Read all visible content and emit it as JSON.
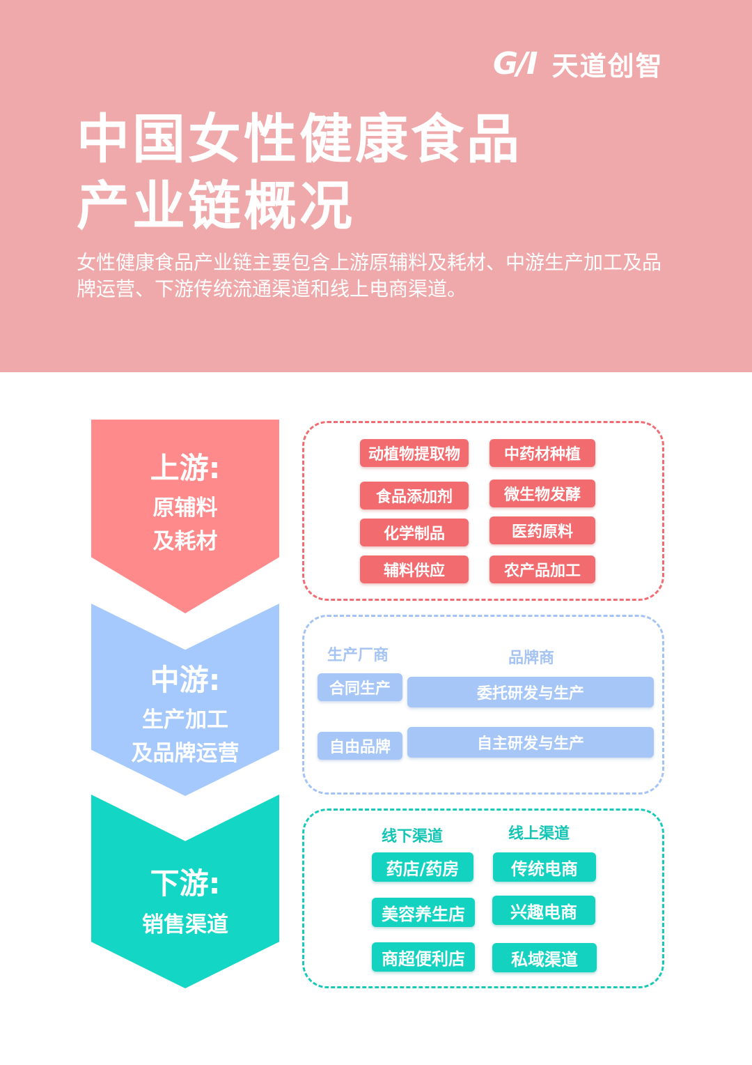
{
  "brand": {
    "mark": "G/I",
    "name": "天道创智"
  },
  "title_lines": [
    "中国女性健康食品",
    "产业链概况"
  ],
  "subtitle": "女性健康食品产业链主要包含上游原辅料及耗材、中游生产加工及品牌运营、下游传统流通渠道和线上电商渠道。",
  "upstream": {
    "heading": "上游:",
    "lines": [
      "原辅料",
      "及耗材"
    ],
    "items": [
      "动植物提取物",
      "中药材种植",
      "食品添加剂",
      "微生物发酵",
      "化学制品",
      "医药原料",
      "辅料供应",
      "农产品加工"
    ]
  },
  "midstream": {
    "heading": "中游:",
    "lines": [
      "生产加工",
      "及品牌运营"
    ],
    "col_manufacturer": "生产厂商",
    "col_brand": "品牌商",
    "row1_left": "合同生产",
    "row1_right": "委托研发与生产",
    "row2_left": "自由品牌",
    "row2_right": "自主研发与生产"
  },
  "downstream": {
    "heading": "下游:",
    "lines": [
      "销售渠道"
    ],
    "offline_label": "线下渠道",
    "online_label": "线上渠道",
    "offline": [
      "药店/药房",
      "美容养生店",
      "商超便利店"
    ],
    "online": [
      "传统电商",
      "兴趣电商",
      "私域渠道"
    ]
  },
  "colors": {
    "header_bg": "#f0a9ab",
    "upstream": "#fe8a8b",
    "midstream": "#a5c9fd",
    "downstream": "#14d6c4"
  }
}
